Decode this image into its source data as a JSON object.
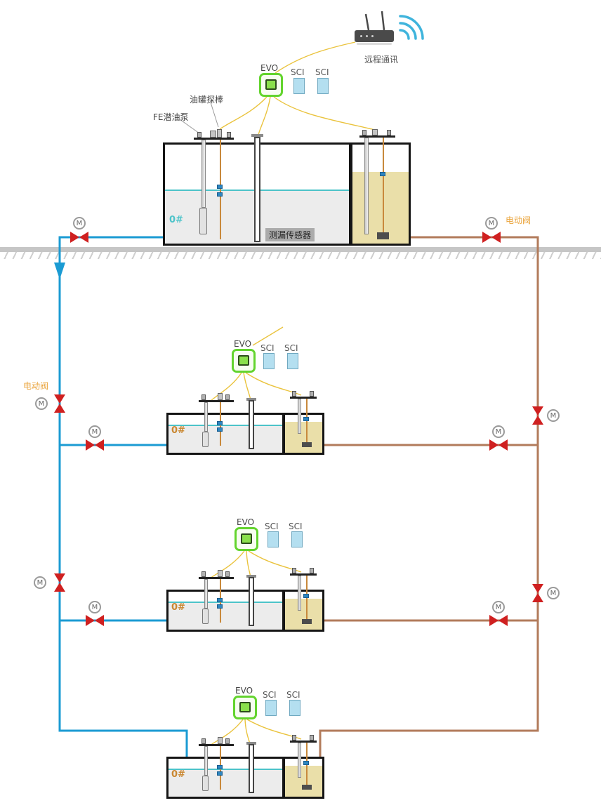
{
  "communication": {
    "remote_label": "远程通讯"
  },
  "console": {
    "evo_label": "EVO",
    "sci_label": "SCI"
  },
  "annotations": {
    "tank_probe": "油罐探棒",
    "submersible_pump": "FE潜油泵",
    "leak_sensor": "测漏传感器",
    "electric_valve": "电动阀"
  },
  "tank": {
    "grade_label": "0#"
  },
  "valve": {
    "motor_label": "M"
  },
  "colors": {
    "pipe_blue": "#1b9bd3",
    "pipe_brown": "#b27b5b",
    "valve_red": "#cf2020",
    "wire_yellow": "#eac33d",
    "evo_green": "#63d42e",
    "sci_fill": "#b4dff0",
    "liquid_teal": "#4cc3c9",
    "fuel_beige": "#eadfa9",
    "label_orange": "#eaa43c",
    "ground_gray": "#c6c6c6"
  }
}
